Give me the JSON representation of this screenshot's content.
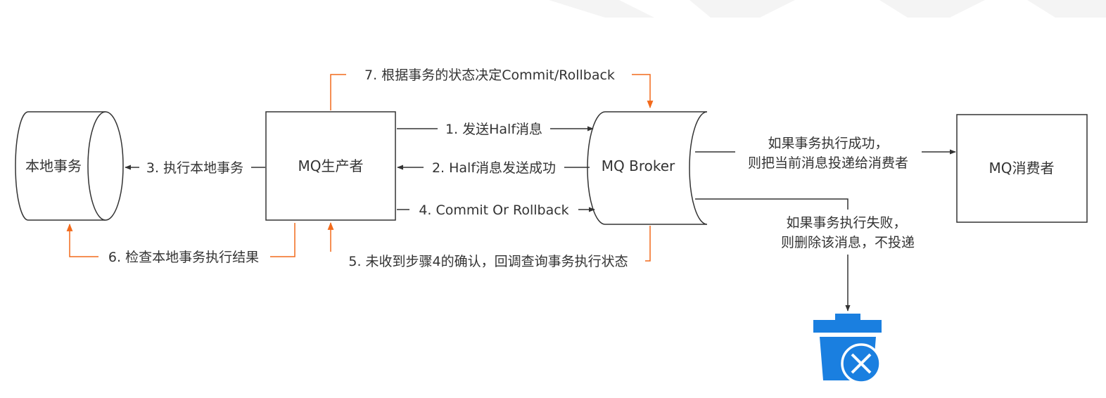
{
  "colors": {
    "line": "#333333",
    "accent": "#f26a1b",
    "trash": "#1a7fe0",
    "watermark": "#f4f4f4",
    "shape_stroke": "#333333"
  },
  "nodes": {
    "local_tx": "本地事务",
    "producer": "MQ生产者",
    "broker": "MQ Broker",
    "consumer": "MQ消费者"
  },
  "edges": {
    "step1": "1. 发送Half消息",
    "step2": "2. Half消息发送成功",
    "step3": "3. 执行本地事务",
    "step4": "4. Commit Or Rollback",
    "step5": "5. 未收到步骤4的确认，回调查询事务执行状态",
    "step6": "6. 检查本地事务执行结果",
    "step7": "7. 根据事务的状态决定Commit/Rollback",
    "success_line1": "如果事务执行成功，",
    "success_line2": "则把当前消息投递给消费者",
    "fail_line1": "如果事务执行失败，",
    "fail_line2": "则删除该消息，不投递"
  },
  "icons": {
    "trash": "trash-delete-icon"
  }
}
